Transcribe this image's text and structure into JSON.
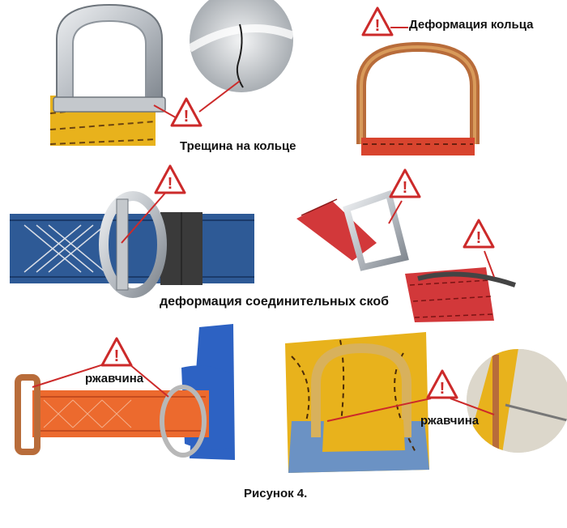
{
  "labels": {
    "crack": "Трещина на кольце",
    "ring_deformation": "Деформация кольца",
    "bracket_deformation": "деформация соединительных скоб",
    "rust_left": "ржавчина",
    "rust_right": "ржавчина",
    "caption": "Рисунок 4."
  },
  "icon_glyph": "!",
  "colors": {
    "warning_red": "#cc2a2a",
    "yellow_strap": "#e8b21c",
    "blue_strap": "#2e5a96",
    "red_strap": "#d2383a",
    "orange_strap": "#ec6a2e",
    "blue_glove": "#2d62c3",
    "steel": "#c4c8cc",
    "rust": "#b86c3a"
  }
}
